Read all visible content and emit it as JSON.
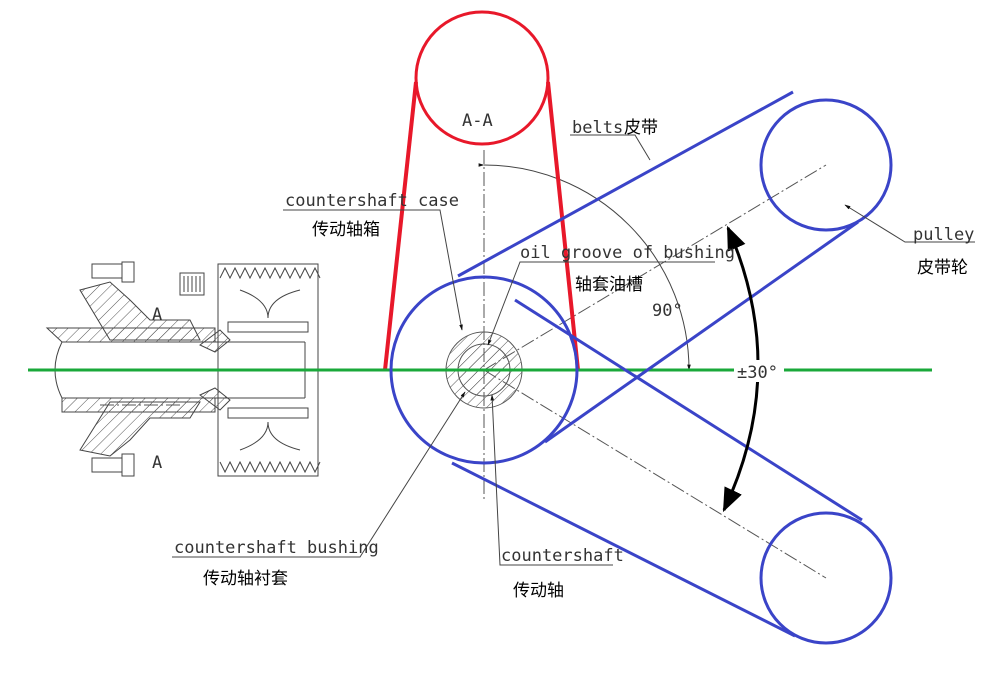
{
  "title": "Countershaft belt drive diagram",
  "section_label": "A-A",
  "section_mark": "A",
  "labels": {
    "belts_en": "belts",
    "belts_cn": "皮带",
    "case_en": "countershaft case",
    "case_cn": "传动轴箱",
    "groove_en": "oil groove of bushing",
    "groove_cn": "轴套油槽",
    "angle_90": "90°",
    "pulley_en": "pulley",
    "pulley_cn": "皮带轮",
    "angle_30": "±30°",
    "bushing_en": "countershaft bushing",
    "bushing_cn": "传动轴衬套",
    "shaft_en": "countershaft",
    "shaft_cn": "传动轴"
  },
  "colors": {
    "belt": "#3a44c8",
    "case": "#e8182a",
    "axis": "#1aa83a",
    "drawing": "#444444"
  }
}
